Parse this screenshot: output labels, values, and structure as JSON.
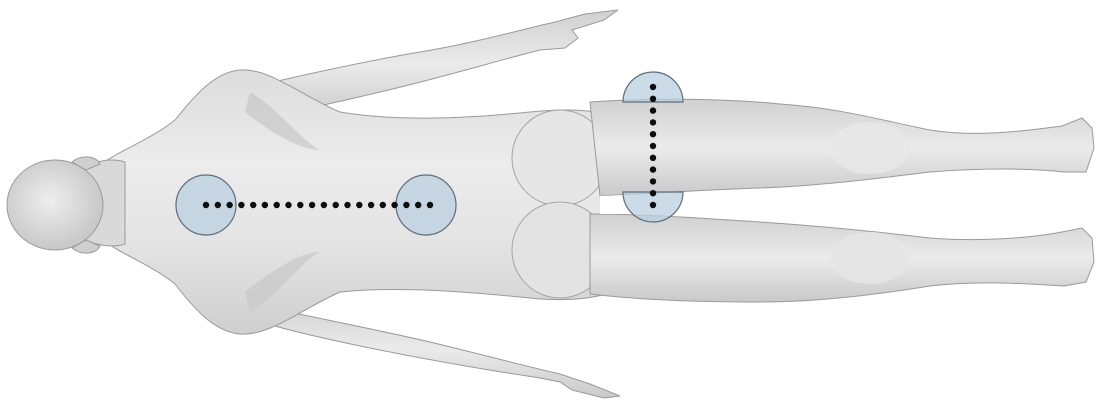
{
  "scene": {
    "subject": "prone-human-figure-top-view",
    "colors": {
      "background": "#ffffff",
      "body_light": "#e9e9e9",
      "body_mid": "#d6d6d6",
      "body_shadow": "#a9a9a9",
      "body_outline": "#8f8f8f",
      "marker_fill": "#b9cfdf",
      "marker_stroke": "#5d6d7a",
      "dot": "#0d0d0d"
    },
    "markers": [
      {
        "name": "upper-back-marker"
      },
      {
        "name": "lower-back-marker"
      },
      {
        "name": "thigh-top-marker"
      },
      {
        "name": "thigh-bottom-marker"
      }
    ],
    "measurement_lines": [
      {
        "name": "spine-measurement-line",
        "orientation": "horizontal"
      },
      {
        "name": "thigh-measurement-line",
        "orientation": "vertical"
      }
    ]
  }
}
